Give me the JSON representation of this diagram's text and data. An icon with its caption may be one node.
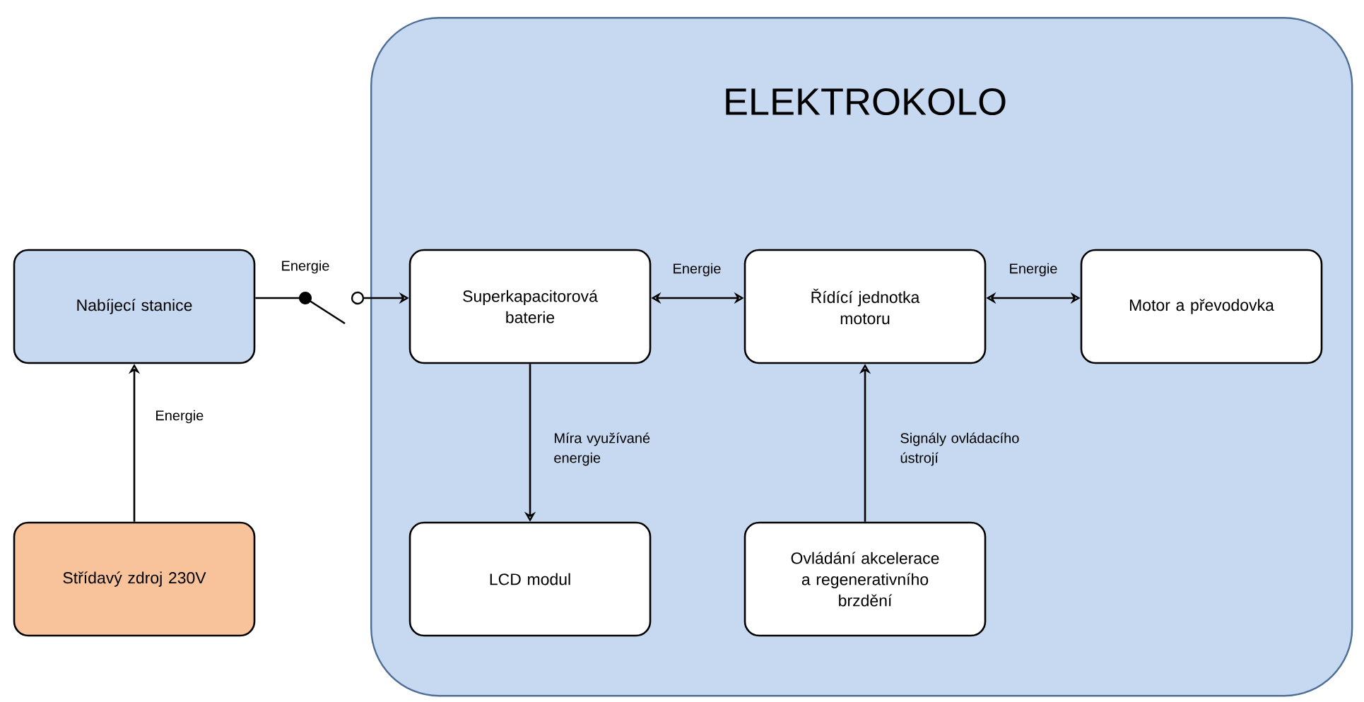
{
  "diagram": {
    "nodes": [
      {
        "text": [
          "ELEKTROKOLO"
        ]
      },
      {
        "text": [
          "Nabíjecí stanice"
        ]
      },
      {
        "text": [
          "Střídavý zdroj 230V"
        ]
      },
      {
        "text": [
          "Superkapacitorová baterie"
        ],
        "in": 0
      },
      {
        "text": [
          "Řídící jednotka motoru"
        ],
        "in": 0
      },
      {
        "text": [
          "Motor a převodovka"
        ],
        "in": 0
      },
      {
        "text": [
          "LCD modul"
        ],
        "in": 0
      },
      {
        "text": [
          "Ovládání akcelerace a regenerativního brzdění"
        ],
        "in": 0
      },
      {
        "text": [],
        "shape": "switch"
      }
    ],
    "edges": [
      {
        "from": 2,
        "to": 1,
        "arrow": "to",
        "label": "Energie"
      },
      {
        "from": 1,
        "to": 8,
        "arrow": "none",
        "label": "Energie"
      },
      {
        "from": 8,
        "to": 3,
        "arrow": "to"
      },
      {
        "from": 3,
        "to": 4,
        "arrow": "both",
        "label": "Energie"
      },
      {
        "from": 4,
        "to": 5,
        "arrow": "both",
        "label": "Energie"
      },
      {
        "from": 3,
        "to": 6,
        "arrow": "to",
        "label": "Míra využívané energie"
      },
      {
        "from": 7,
        "to": 4,
        "arrow": "to",
        "label": "Signály ovládacího ústrojí"
      }
    ]
  }
}
